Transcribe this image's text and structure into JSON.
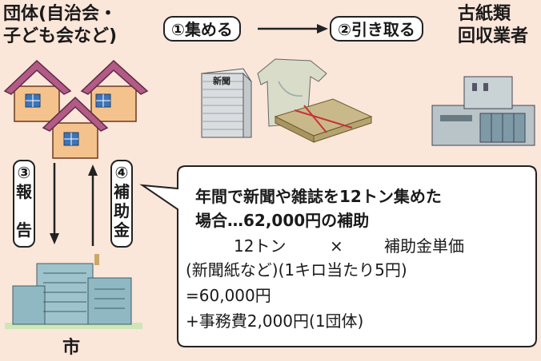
{
  "group": {
    "line1": "団体(自治会・",
    "line2": "子ども会など)"
  },
  "step1": {
    "num": "①",
    "label": "集める"
  },
  "step2": {
    "num": "②",
    "label": "引き取る"
  },
  "collector": {
    "line1": "古紙類",
    "line2": "回収業者"
  },
  "newspaper_label": "新聞",
  "step3": {
    "num": "③",
    "c1": "報",
    "c2": "告"
  },
  "step4": {
    "num": "④",
    "c1": "補",
    "c2": "助",
    "c3": "金"
  },
  "city": "市",
  "info": {
    "title1": "年間で新聞や雑誌を12トン集めた",
    "title2": "場合…62,000円の補助",
    "formula_a": "12トン",
    "formula_op": "×",
    "formula_b": "補助金単価",
    "formula_c": "(新聞紙など)(1キロ当たり5円)",
    "result": "=60,000円",
    "extra": "+事務費2,000円(1団体)"
  },
  "colors": {
    "background": "#fbe6da",
    "house_roof": "#b35a86",
    "house_wall": "#f4c28c",
    "building": "#8fb8c3"
  }
}
